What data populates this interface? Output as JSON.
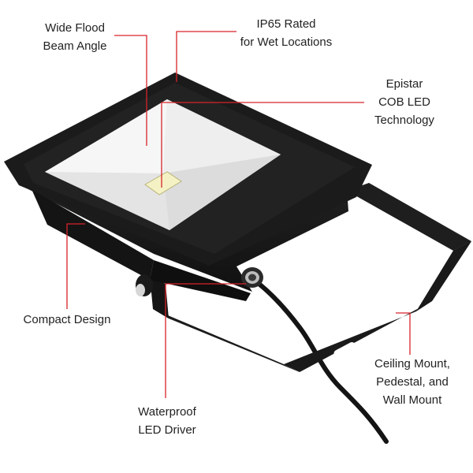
{
  "product": {
    "name": "LED flood light fixture with mounting bracket",
    "colors": {
      "housing": "#1b1b1b",
      "reflector": "#e9e9e9",
      "chip": "#f4f2c4",
      "callout": "#d8232a",
      "text": "#222222"
    }
  },
  "callouts": {
    "beam": {
      "lines": [
        "Wide Flood",
        "Beam Angle"
      ]
    },
    "ip65": {
      "lines": [
        "IP65 Rated",
        "for Wet Locations"
      ]
    },
    "epistar": {
      "lines": [
        "Epistar",
        "COB LED",
        "Technology"
      ]
    },
    "compact": {
      "lines": [
        "Compact Design"
      ]
    },
    "driver": {
      "lines": [
        "Waterproof",
        "LED Driver"
      ]
    },
    "mount": {
      "lines": [
        "Ceiling Mount,",
        "Pedestal, and",
        "Wall Mount"
      ]
    }
  }
}
